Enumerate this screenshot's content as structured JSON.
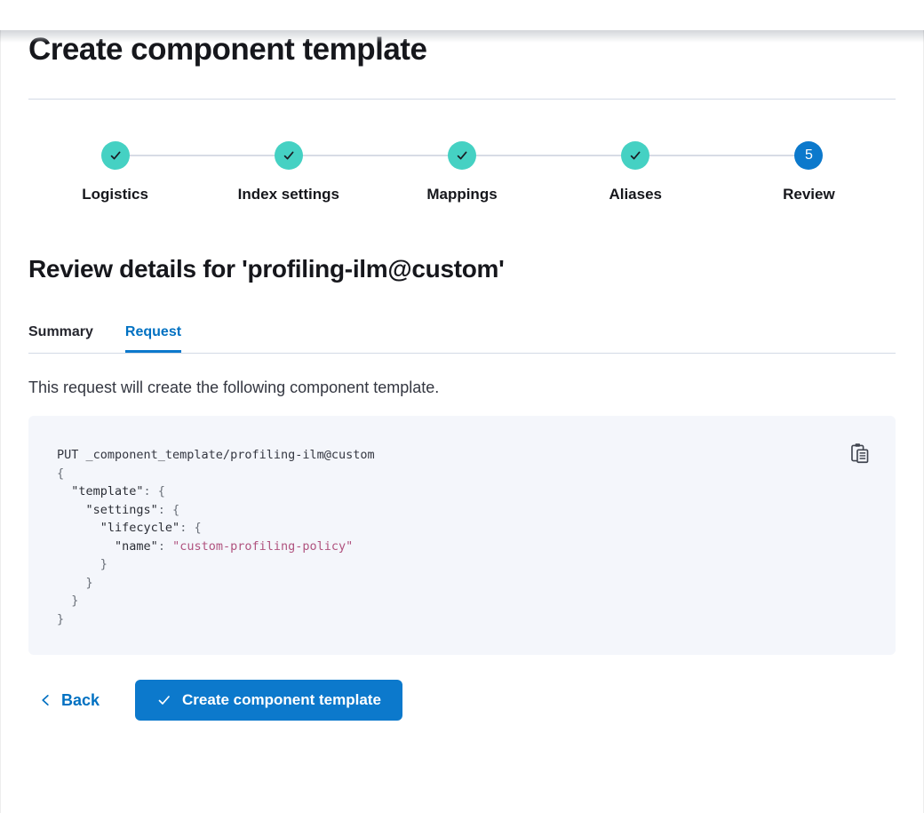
{
  "page": {
    "title": "Create component template"
  },
  "steps": {
    "items": [
      {
        "label": "Logistics",
        "status": "complete"
      },
      {
        "label": "Index settings",
        "status": "complete"
      },
      {
        "label": "Mappings",
        "status": "complete"
      },
      {
        "label": "Aliases",
        "status": "complete"
      },
      {
        "label": "Review",
        "status": "current",
        "number": "5"
      }
    ]
  },
  "review": {
    "heading": "Review details for 'profiling-ilm@custom'",
    "tabs": [
      {
        "label": "Summary",
        "active": false
      },
      {
        "label": "Request",
        "active": true
      }
    ],
    "description": "This request will create the following component template."
  },
  "code_block": {
    "copy_icon": "copy-clipboard-icon",
    "lines": [
      [
        [
          "plain",
          "PUT _component_template/profiling-ilm@custom"
        ]
      ],
      [
        [
          "punct",
          "{"
        ]
      ],
      [
        [
          "plain",
          "  "
        ],
        [
          "key",
          "\"template\""
        ],
        [
          "punct",
          ": {"
        ]
      ],
      [
        [
          "plain",
          "    "
        ],
        [
          "key",
          "\"settings\""
        ],
        [
          "punct",
          ": {"
        ]
      ],
      [
        [
          "plain",
          "      "
        ],
        [
          "key",
          "\"lifecycle\""
        ],
        [
          "punct",
          ": {"
        ]
      ],
      [
        [
          "plain",
          "        "
        ],
        [
          "key",
          "\"name\""
        ],
        [
          "punct",
          ": "
        ],
        [
          "string",
          "\"custom-profiling-policy\""
        ]
      ],
      [
        [
          "punct",
          "      }"
        ]
      ],
      [
        [
          "punct",
          "    }"
        ]
      ],
      [
        [
          "punct",
          "  }"
        ]
      ],
      [
        [
          "punct",
          "}"
        ]
      ]
    ]
  },
  "footer": {
    "back_label": "Back",
    "create_label": "Create component template"
  },
  "colors": {
    "step_complete_teal": "#45d1c3",
    "step_current_blue": "#0c79cc",
    "link_blue": "#0071c2",
    "primary_button_blue": "#0c79cc",
    "tab_underline_blue": "#0c79cc",
    "divider_gray": "#d3dae6",
    "code_background": "#f4f6fb",
    "code_string_rose": "#b0537f",
    "heading_text": "#16171c",
    "body_text": "#343741"
  }
}
